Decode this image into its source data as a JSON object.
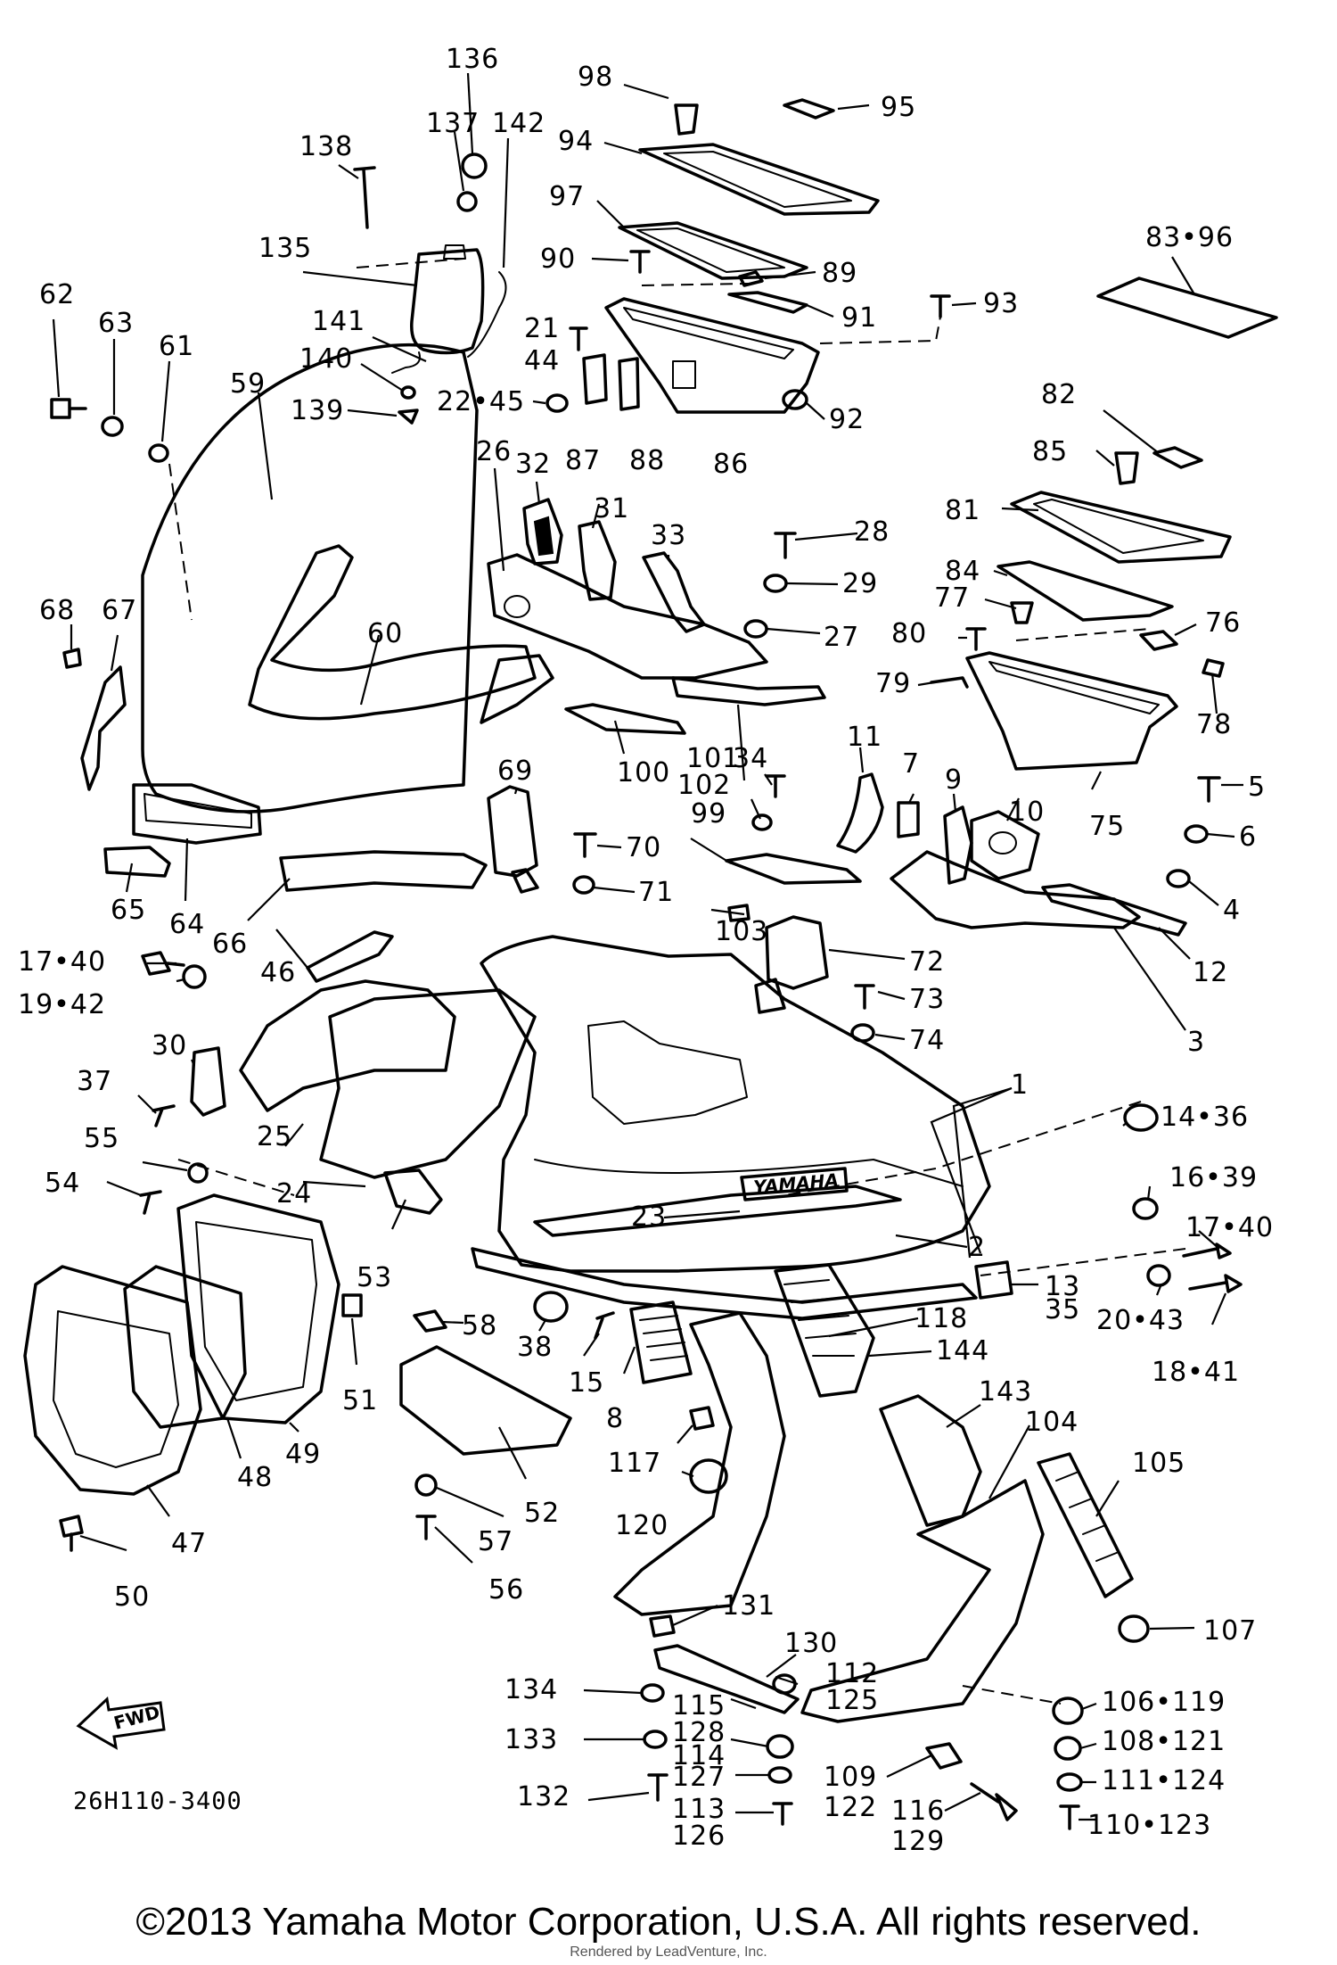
{
  "diagram": {
    "code": "26H110-3400",
    "fwd_label": "FWD",
    "brand_mark": "YAMAHA",
    "callouts": [
      {
        "id": "c136",
        "text": "136"
      },
      {
        "id": "c137",
        "text": "137"
      },
      {
        "id": "c142",
        "text": "142"
      },
      {
        "id": "c138",
        "text": "138"
      },
      {
        "id": "c135",
        "text": "135"
      },
      {
        "id": "c98",
        "text": "98"
      },
      {
        "id": "c95",
        "text": "95"
      },
      {
        "id": "c94",
        "text": "94"
      },
      {
        "id": "c97",
        "text": "97"
      },
      {
        "id": "c90",
        "text": "90"
      },
      {
        "id": "c89",
        "text": "89"
      },
      {
        "id": "c91",
        "text": "91"
      },
      {
        "id": "c93",
        "text": "93"
      },
      {
        "id": "c83_96",
        "text": "83•96"
      },
      {
        "id": "c62",
        "text": "62"
      },
      {
        "id": "c63",
        "text": "63"
      },
      {
        "id": "c61",
        "text": "61"
      },
      {
        "id": "c141",
        "text": "141"
      },
      {
        "id": "c140",
        "text": "140"
      },
      {
        "id": "c139",
        "text": "139"
      },
      {
        "id": "c21_44",
        "text": "21\n44"
      },
      {
        "id": "c22_45",
        "text": "22•45"
      },
      {
        "id": "c87",
        "text": "87"
      },
      {
        "id": "c88",
        "text": "88"
      },
      {
        "id": "c86",
        "text": "86"
      },
      {
        "id": "c92",
        "text": "92"
      },
      {
        "id": "c82",
        "text": "82"
      },
      {
        "id": "c85",
        "text": "85"
      },
      {
        "id": "c81",
        "text": "81"
      },
      {
        "id": "c59",
        "text": "59"
      },
      {
        "id": "c26",
        "text": "26"
      },
      {
        "id": "c32",
        "text": "32"
      },
      {
        "id": "c31",
        "text": "31"
      },
      {
        "id": "c33",
        "text": "33"
      },
      {
        "id": "c28",
        "text": "28"
      },
      {
        "id": "c29",
        "text": "29"
      },
      {
        "id": "c27",
        "text": "27"
      },
      {
        "id": "c84",
        "text": "84"
      },
      {
        "id": "c77",
        "text": "77"
      },
      {
        "id": "c76",
        "text": "76"
      },
      {
        "id": "c80",
        "text": "80"
      },
      {
        "id": "c79",
        "text": "79"
      },
      {
        "id": "c78",
        "text": "78"
      },
      {
        "id": "c68",
        "text": "68"
      },
      {
        "id": "c67",
        "text": "67"
      },
      {
        "id": "c60",
        "text": "60"
      },
      {
        "id": "c100",
        "text": "100"
      },
      {
        "id": "c34",
        "text": "34"
      },
      {
        "id": "c101",
        "text": "101"
      },
      {
        "id": "c102",
        "text": "102"
      },
      {
        "id": "c11",
        "text": "11"
      },
      {
        "id": "c7",
        "text": "7"
      },
      {
        "id": "c9",
        "text": "9"
      },
      {
        "id": "c10",
        "text": "10"
      },
      {
        "id": "c75",
        "text": "75"
      },
      {
        "id": "c5",
        "text": "5"
      },
      {
        "id": "c6",
        "text": "6"
      },
      {
        "id": "c4",
        "text": "4"
      },
      {
        "id": "c69",
        "text": "69"
      },
      {
        "id": "c70",
        "text": "70"
      },
      {
        "id": "c99",
        "text": "99"
      },
      {
        "id": "c71",
        "text": "71"
      },
      {
        "id": "c103",
        "text": "103"
      },
      {
        "id": "c72",
        "text": "72"
      },
      {
        "id": "c12",
        "text": "12"
      },
      {
        "id": "c65",
        "text": "65"
      },
      {
        "id": "c64",
        "text": "64"
      },
      {
        "id": "c66",
        "text": "66"
      },
      {
        "id": "c46",
        "text": "46"
      },
      {
        "id": "c17_40a",
        "text": "17•40"
      },
      {
        "id": "c19_42",
        "text": "19•42"
      },
      {
        "id": "c73",
        "text": "73"
      },
      {
        "id": "c74",
        "text": "74"
      },
      {
        "id": "c3",
        "text": "3"
      },
      {
        "id": "c30",
        "text": "30"
      },
      {
        "id": "c37",
        "text": "37"
      },
      {
        "id": "c1",
        "text": "1"
      },
      {
        "id": "c14_36",
        "text": "14•36"
      },
      {
        "id": "c25",
        "text": "25"
      },
      {
        "id": "c55",
        "text": "55"
      },
      {
        "id": "c54",
        "text": "54"
      },
      {
        "id": "c24",
        "text": "24"
      },
      {
        "id": "c16_39",
        "text": "16•39"
      },
      {
        "id": "c23",
        "text": "23"
      },
      {
        "id": "c17_40b",
        "text": "17•40"
      },
      {
        "id": "c2",
        "text": "2"
      },
      {
        "id": "c53",
        "text": "53"
      },
      {
        "id": "c13_35",
        "text": "13\n35"
      },
      {
        "id": "c20_43",
        "text": "20•43"
      },
      {
        "id": "c18_41",
        "text": "18•41"
      },
      {
        "id": "c58",
        "text": "58"
      },
      {
        "id": "c38",
        "text": "38"
      },
      {
        "id": "c118",
        "text": "118"
      },
      {
        "id": "c144",
        "text": "144"
      },
      {
        "id": "c15",
        "text": "15"
      },
      {
        "id": "c51",
        "text": "51"
      },
      {
        "id": "c8",
        "text": "8"
      },
      {
        "id": "c143",
        "text": "143"
      },
      {
        "id": "c104",
        "text": "104"
      },
      {
        "id": "c49",
        "text": "49"
      },
      {
        "id": "c48",
        "text": "48"
      },
      {
        "id": "c117",
        "text": "117"
      },
      {
        "id": "c105",
        "text": "105"
      },
      {
        "id": "c52",
        "text": "52"
      },
      {
        "id": "c47",
        "text": "47"
      },
      {
        "id": "c57",
        "text": "57"
      },
      {
        "id": "c120",
        "text": "120"
      },
      {
        "id": "c56",
        "text": "56"
      },
      {
        "id": "c50",
        "text": "50"
      },
      {
        "id": "c131",
        "text": "131"
      },
      {
        "id": "c107",
        "text": "107"
      },
      {
        "id": "c130",
        "text": "130"
      },
      {
        "id": "c134",
        "text": "134"
      },
      {
        "id": "c112_125",
        "text": "112\n125"
      },
      {
        "id": "c115",
        "text": "115"
      },
      {
        "id": "c106_119",
        "text": "106•119"
      },
      {
        "id": "c128",
        "text": "128"
      },
      {
        "id": "c133",
        "text": "133"
      },
      {
        "id": "c108_121",
        "text": "108•121"
      },
      {
        "id": "c114_127",
        "text": "114\n127"
      },
      {
        "id": "c109_122",
        "text": "109\n122"
      },
      {
        "id": "c111_124",
        "text": "111•124"
      },
      {
        "id": "c132",
        "text": "132"
      },
      {
        "id": "c113_126",
        "text": "113\n126"
      },
      {
        "id": "c116_129",
        "text": "116\n129"
      },
      {
        "id": "c110_123",
        "text": "110•123"
      }
    ]
  },
  "footer": {
    "copyright": "©2013 Yamaha Motor Corporation, U.S.A. All rights reserved.",
    "rendered_by": "Rendered by LeadVenture, Inc."
  }
}
